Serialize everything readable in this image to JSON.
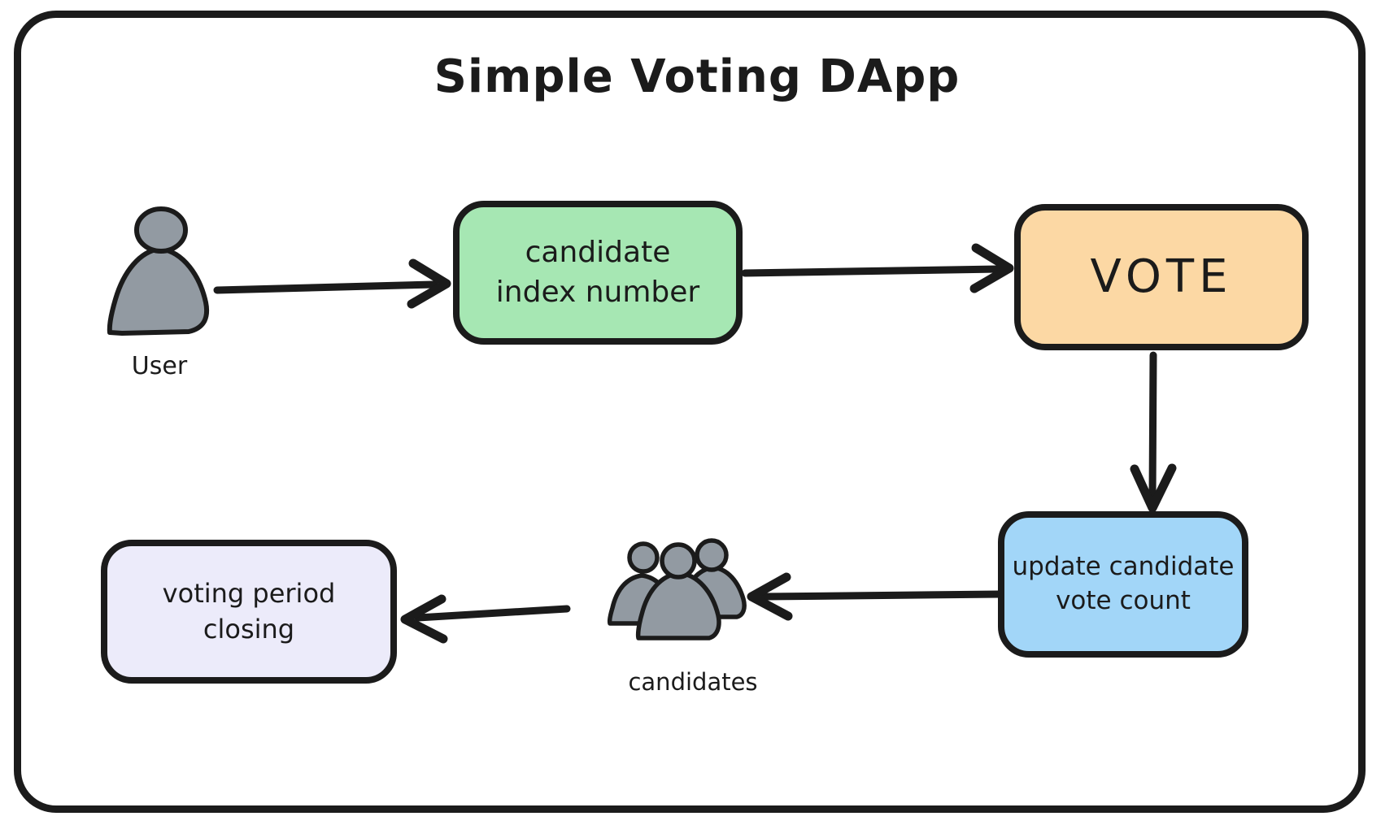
{
  "title": "Simple Voting DApp",
  "colors": {
    "ink": "#1b1b1b",
    "background": "#ffffff",
    "person_gray": "#929aa2",
    "green_fill": "#a6e7b3",
    "orange_fill": "#fcd8a4",
    "blue_fill": "#a2d6f8",
    "lavender_fill": "#ecebfa"
  },
  "nodes": {
    "user": {
      "label": "User"
    },
    "candidate_index": {
      "line1": "candidate",
      "line2": "index number"
    },
    "vote": {
      "line1": "VOTE"
    },
    "update_count": {
      "line1": "update candidate",
      "line2": "vote count"
    },
    "candidates": {
      "label": "candidates"
    },
    "closing": {
      "line1": "voting period",
      "line2": "closing"
    }
  },
  "edges": [
    {
      "from": "User",
      "to": "candidate index number"
    },
    {
      "from": "candidate index number",
      "to": "VOTE"
    },
    {
      "from": "VOTE",
      "to": "update candidate vote count"
    },
    {
      "from": "update candidate vote count",
      "to": "candidates"
    },
    {
      "from": "candidates",
      "to": "voting period closing"
    }
  ]
}
